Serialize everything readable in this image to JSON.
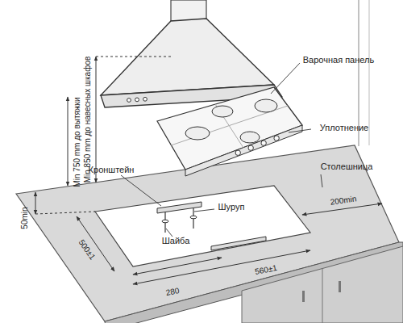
{
  "diagram": {
    "labels": [
      "Варочная панель",
      "Уплотнение",
      "Столешница",
      "Кронштейн",
      "Шуруп",
      "Шайба",
      "Min 750 mm до вытяжки",
      "Min 850 mm до навесных шкафов",
      "50min",
      "500±1",
      "280",
      "560±1",
      "200min"
    ]
  }
}
